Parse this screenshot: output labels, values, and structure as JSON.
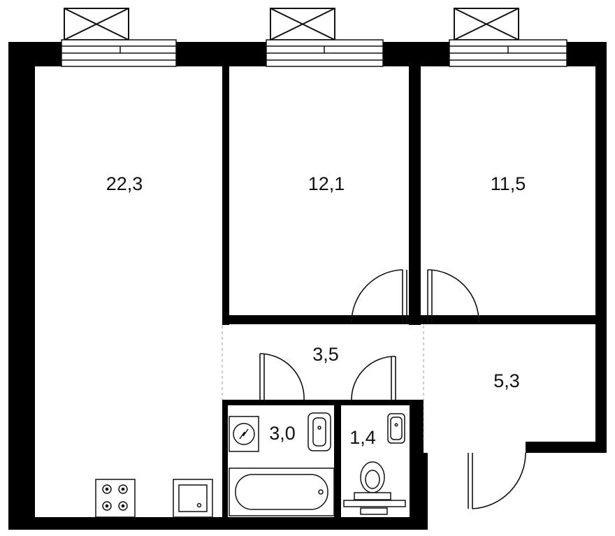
{
  "plan": {
    "wall_color": "#000000",
    "floor_color": "#ffffff",
    "line_color": "#111111"
  },
  "rooms": {
    "living_kitchen": {
      "area": "22,3"
    },
    "bedroom_middle": {
      "area": "12,1"
    },
    "bedroom_right": {
      "area": "11,5"
    },
    "corridor": {
      "area": "3,5"
    },
    "hall": {
      "area": "5,3"
    },
    "bathroom": {
      "area": "3,0"
    },
    "toilet": {
      "area": "1,4"
    }
  },
  "icons": {
    "balcony": "balcony-x-box",
    "window": "window-frame",
    "door": "door-swing-arc",
    "stove": "stove-icon",
    "kitchen_sink": "kitchen-sink-icon",
    "washing_machine": "washing-machine-icon",
    "bathtub": "bathtub-icon",
    "washbasin": "washbasin-icon",
    "toilet_bowl": "toilet-icon"
  }
}
